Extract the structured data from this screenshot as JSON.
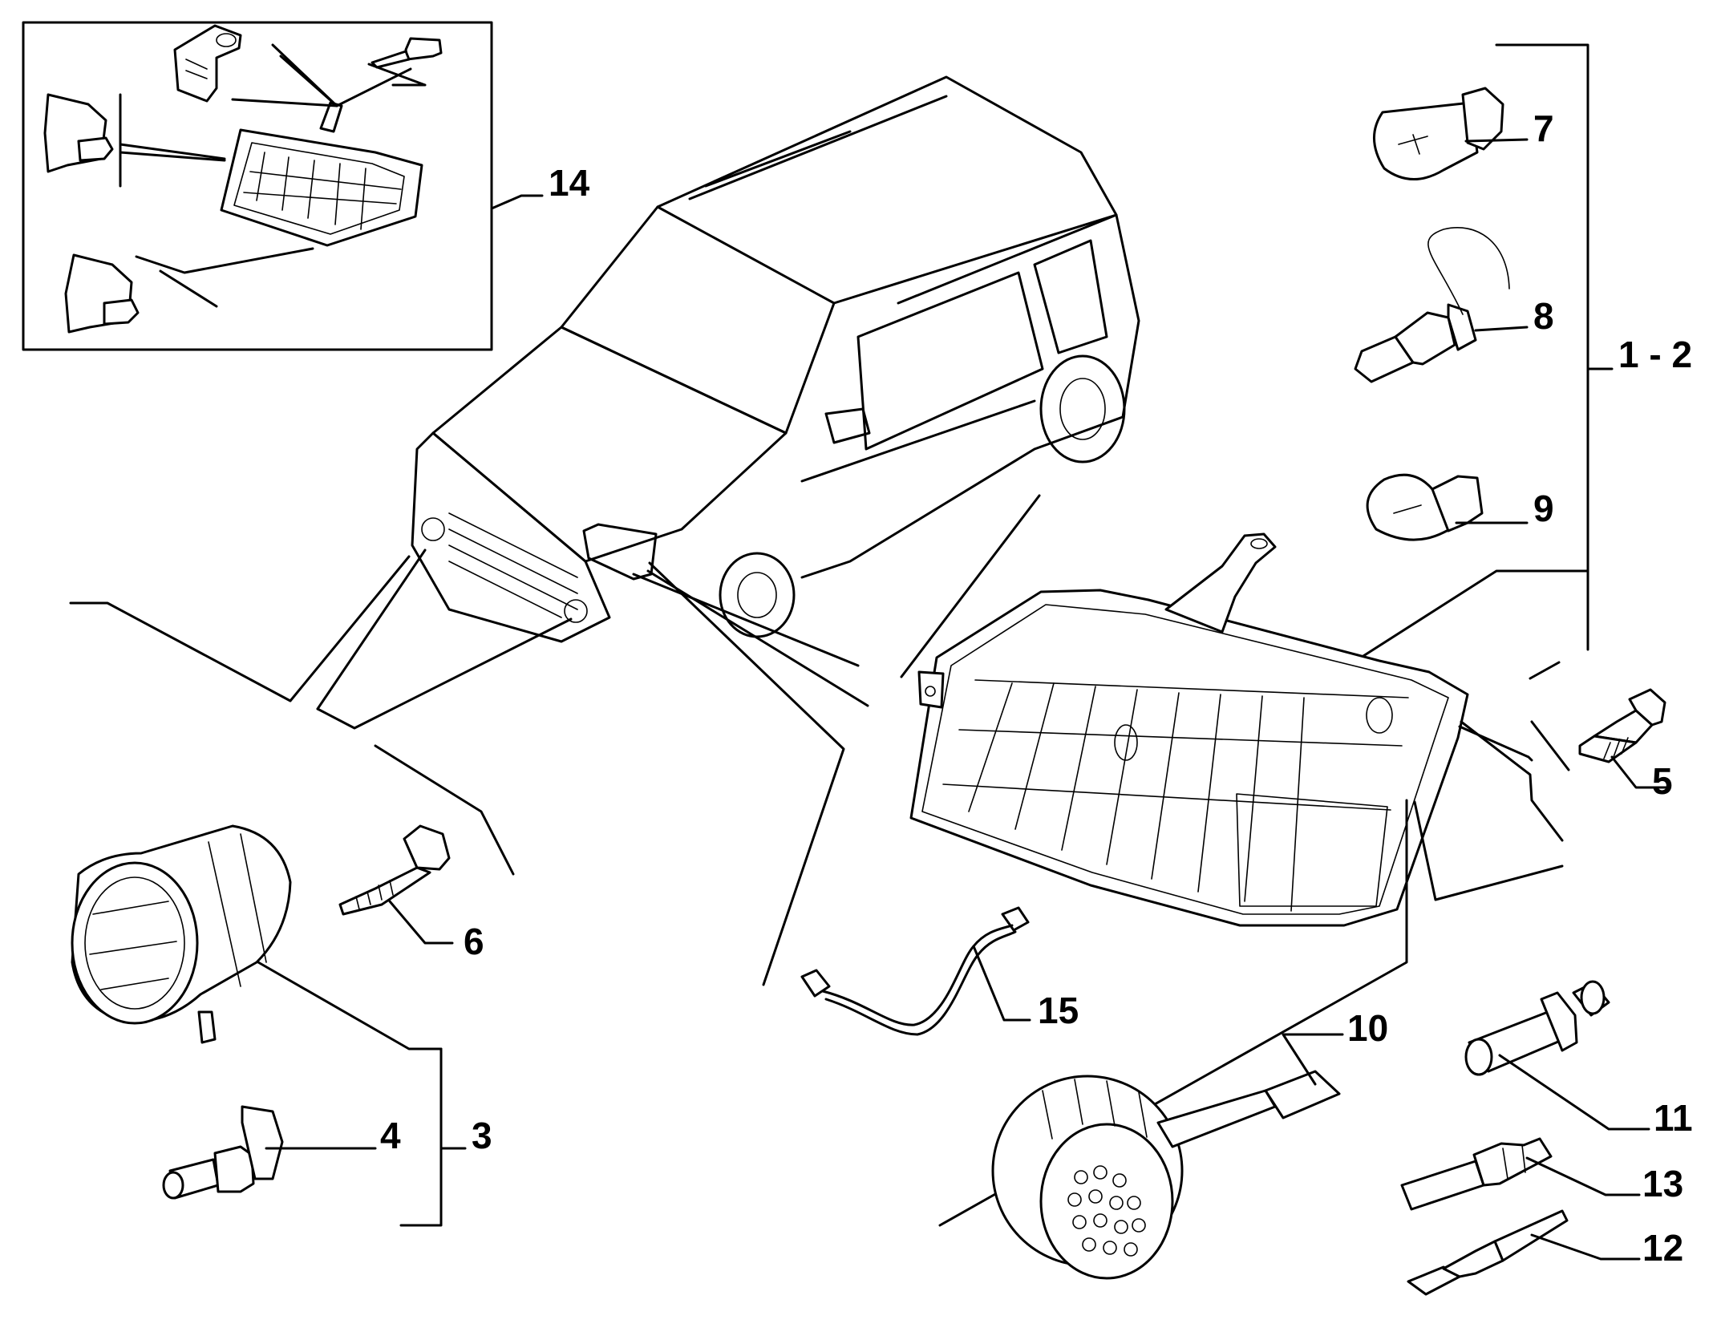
{
  "diagram": {
    "callouts": {
      "c1_2": "1 - 2",
      "c3": "3",
      "c4": "4",
      "c5": "5",
      "c6": "6",
      "c7": "7",
      "c8": "8",
      "c9": "9",
      "c10": "10",
      "c11": "11",
      "c12": "12",
      "c13": "13",
      "c14": "14",
      "c15": "15"
    },
    "colors": {
      "line": "#000000",
      "background": "#ffffff"
    }
  }
}
